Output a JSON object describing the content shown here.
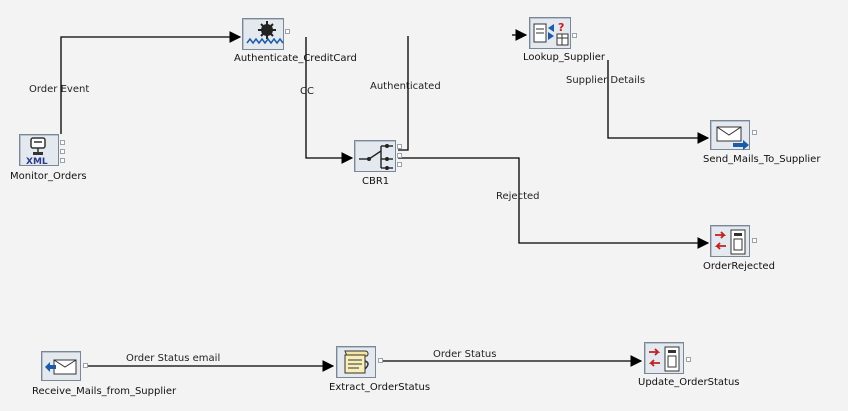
{
  "nodes": {
    "monitor_orders": "Monitor_Orders",
    "authenticate_creditcard": "Authenticate_CreditCard",
    "cbr1": "CBR1",
    "lookup_supplier": "Lookup_Supplier",
    "send_mails_to_supplier": "Send_Mails_To_Supplier",
    "order_rejected": "OrderRejected",
    "receive_mails_from_supplier": "Receive_Mails_from_Supplier",
    "extract_order_status": "Extract_OrderStatus",
    "update_order_status": "Update_OrderStatus"
  },
  "edges": {
    "order_event": "Order Event",
    "cc": "CC",
    "authenticated": "Authenticated",
    "supplier_details": "Supplier Details",
    "rejected": "Rejected",
    "order_status_email": "Order Status email",
    "order_status": "Order Status"
  },
  "icons": {
    "monitor_orders": "xml-monitor-icon",
    "authenticate_creditcard": "gear-wave-icon",
    "cbr1": "router-switch-icon",
    "lookup_supplier": "lookup-table-icon",
    "send_mails_to_supplier": "send-mail-icon",
    "order_rejected": "document-arrows-icon",
    "receive_mails_from_supplier": "receive-mail-icon",
    "extract_order_status": "extract-script-icon",
    "update_order_status": "document-arrows-icon"
  },
  "colors": {
    "edge": "#000000",
    "node_fill": "#e4e8ef",
    "node_border": "#7a8797",
    "background": "#f3f3f3"
  }
}
